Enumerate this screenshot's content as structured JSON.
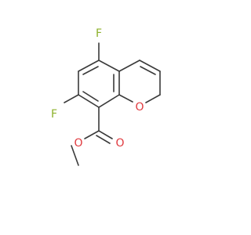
{
  "molecule": {
    "atoms": {
      "f_top": "F",
      "f_left": "F",
      "o_ring": "O",
      "o_carbonyl": "O",
      "o_ester": "O"
    },
    "colors": {
      "bond": "#3a3a3a",
      "fluorine": "#8cb12a",
      "oxygen": "#e0393e",
      "background": "#ffffff"
    }
  }
}
